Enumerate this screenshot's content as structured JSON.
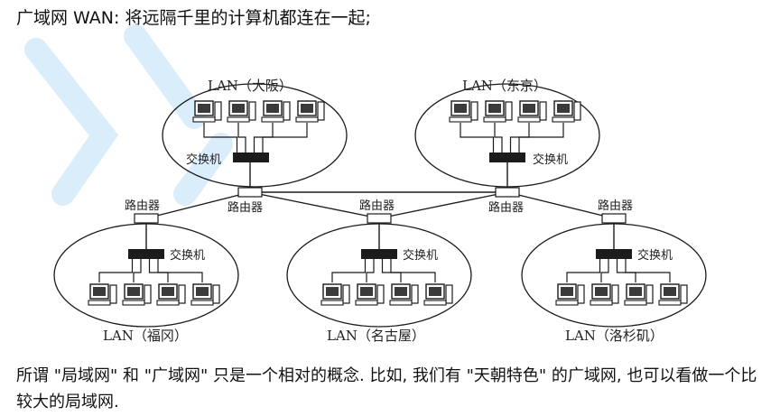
{
  "heading": "广域网 WAN: 将远隔千里的计算机都连在一起;",
  "paragraph": "所谓 \"局域网\" 和 \"广域网\" 只是一个相对的概念. 比如, 我们有 \"天朝特色\" 的广域网, 也可以看做一个比较大的局域网.",
  "diagram": {
    "lans": [
      {
        "id": "osaka",
        "label": "LAN（大阪）",
        "switch_label": "交换机"
      },
      {
        "id": "tokyo",
        "label": "LAN（东京）",
        "switch_label": "交换机"
      },
      {
        "id": "fukuoka",
        "label": "LAN（福冈）",
        "switch_label": "交换机"
      },
      {
        "id": "nagoya",
        "label": "LAN（名古屋）",
        "switch_label": "交换机"
      },
      {
        "id": "sapporo",
        "label": "LAN（洛杉矶）",
        "switch_label": "交换机"
      }
    ],
    "routers": [
      {
        "id": "r1",
        "label": "路由器"
      },
      {
        "id": "r2",
        "label": "路由器"
      },
      {
        "id": "r3",
        "label": "路由器"
      },
      {
        "id": "r4",
        "label": "路由器"
      },
      {
        "id": "r5",
        "label": "路由器"
      }
    ],
    "colors": {
      "watermark": "#d6ebfb",
      "line": "#1a1a1a",
      "switch": "#1c1c1c"
    }
  }
}
